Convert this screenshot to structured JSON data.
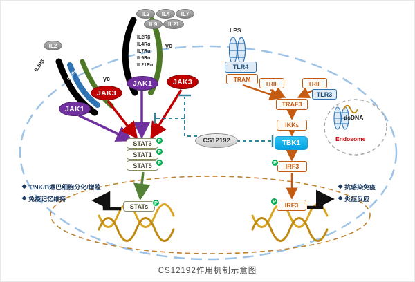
{
  "caption": "CS12192作用机制示意图",
  "inhibitor": {
    "label": "CS12192"
  },
  "cytokines": {
    "il2": "IL2",
    "il4": "IL4",
    "il7": "IL7",
    "il9": "IL9",
    "il21": "IL21"
  },
  "receptors": {
    "chains": [
      "IL2Rβ",
      "IL4Rα",
      "IL7Rα",
      "IL9Rα",
      "IL21Rα"
    ],
    "gamma_c": "γc",
    "il2rb": "IL2Rβ",
    "il2ra": "IL2Rα"
  },
  "kinases": {
    "jak1": "JAK1",
    "jak3": "JAK3"
  },
  "stat": {
    "stat3": "STAT3",
    "stat1": "STAT1",
    "stat5": "STAT5",
    "stats": "STATs",
    "phospho": "P"
  },
  "tlr": {
    "lps": "LPS",
    "tlr4": "TLR4",
    "tram": "TRAM",
    "trif": "TRIF",
    "traf3": "TRAF3",
    "ikke": "IKKε",
    "tbk1": "TBK1",
    "irf3": "IRF3",
    "tlr3": "TLR3",
    "dsdna": "dsDNA",
    "endosome": "Endosome"
  },
  "outcomes": {
    "bullet": "❖",
    "left": [
      "T/NK/B淋巴细胞分化/增殖",
      "免疫记忆维持"
    ],
    "right": [
      "抗感染免疫",
      "炎症反应"
    ]
  },
  "colors": {
    "jak1": "#7030A0",
    "jak3": "#C00000",
    "tbk1_fill": "#00B0F0",
    "orange": "#C55A11",
    "blue": "#2E74B5",
    "phospho_green": "#00B050",
    "membrane": "#9DC3E6",
    "nucleus": "#C07F2A",
    "endosome_text": "#C00000",
    "dna": "#D9A521",
    "inhibit": "#31849B"
  }
}
